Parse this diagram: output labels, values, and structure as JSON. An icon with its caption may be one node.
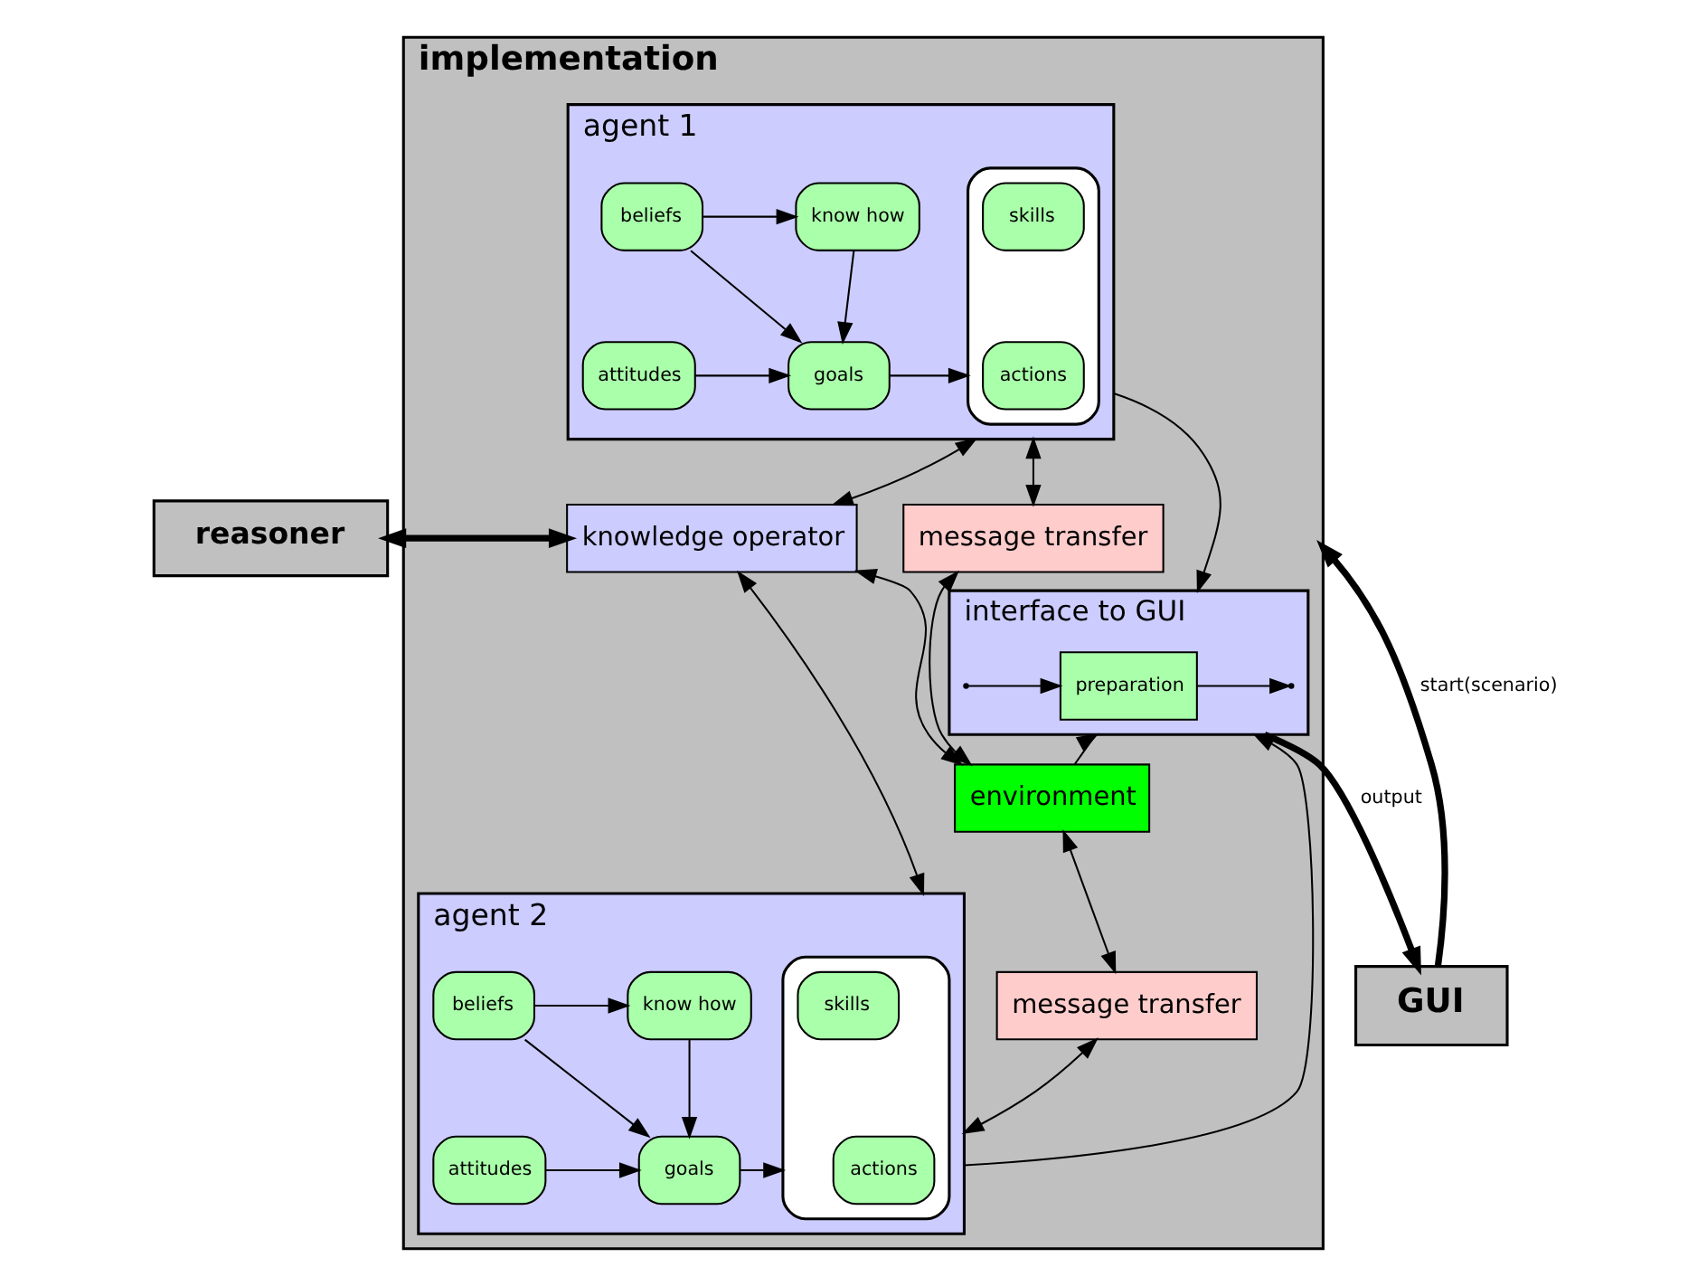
{
  "diagram": {
    "nodes": [
      {
        "text": [
          "implementation"
        ]
      },
      {
        "text": [
          "agent 1"
        ],
        "in": 0
      },
      {
        "text": [],
        "shape": "box",
        "in": 1
      },
      {
        "text": [
          "skills"
        ],
        "in": 2
      },
      {
        "text": [
          "actions"
        ],
        "in": 2
      },
      {
        "text": [
          "know how"
        ],
        "in": 1
      },
      {
        "text": [
          "beliefs"
        ],
        "in": 1
      },
      {
        "text": [
          "goals"
        ],
        "in": 1
      },
      {
        "text": [
          "attitudes"
        ],
        "in": 1
      },
      {
        "text": [
          "knowledge operator"
        ],
        "in": 0
      },
      {
        "text": [
          "message transfer"
        ],
        "in": 0
      },
      {
        "text": [
          "interface to GUI"
        ],
        "in": 0
      },
      {
        "text": [
          "preparation"
        ],
        "in": 11
      },
      {
        "text": [
          "environment"
        ],
        "in": 0
      },
      {
        "text": [
          "message transfer"
        ],
        "in": 0
      },
      {
        "text": [
          "agent 2"
        ],
        "in": 0
      },
      {
        "text": [],
        "shape": "box",
        "in": 15
      },
      {
        "text": [
          "skills"
        ],
        "in": 16
      },
      {
        "text": [
          "actions"
        ],
        "in": 16
      },
      {
        "text": [
          "know how"
        ],
        "in": 15
      },
      {
        "text": [
          "beliefs"
        ],
        "in": 15
      },
      {
        "text": [
          "goals"
        ],
        "in": 15
      },
      {
        "text": [
          "attitudes"
        ],
        "in": 15
      },
      {
        "text": [
          "reasoner"
        ]
      },
      {
        "text": [
          "GUI"
        ]
      }
    ],
    "edges": [
      {
        "from": 6,
        "to": 5,
        "arrow": "to"
      },
      {
        "from": 5,
        "to": 7,
        "arrow": "to"
      },
      {
        "from": 6,
        "to": 7,
        "arrow": "to"
      },
      {
        "from": 8,
        "to": 7,
        "arrow": "to"
      },
      {
        "from": 7,
        "to": 2,
        "arrow": "to"
      },
      {
        "from": 20,
        "to": 19,
        "arrow": "to"
      },
      {
        "from": 19,
        "to": 21,
        "arrow": "to"
      },
      {
        "from": 20,
        "to": 21,
        "arrow": "to"
      },
      {
        "from": 22,
        "to": 21,
        "arrow": "to"
      },
      {
        "from": 21,
        "to": 16,
        "arrow": "to"
      },
      {
        "from": 9,
        "to": 1,
        "arrow": "both"
      },
      {
        "from": 23,
        "to": 9,
        "arrow": "both",
        "style": "thick"
      },
      {
        "from": 1,
        "to": 11,
        "arrow": "to"
      },
      {
        "from": 1,
        "to": 10,
        "arrow": "both"
      },
      {
        "from": 10,
        "to": 13,
        "arrow": "both"
      },
      {
        "from": 13,
        "to": 9,
        "arrow": "both"
      },
      {
        "from": 13,
        "to": 11,
        "arrow": "to"
      },
      {
        "from": 13,
        "to": 14,
        "arrow": "both"
      },
      {
        "from": 14,
        "to": 15,
        "arrow": "both"
      },
      {
        "from": 15,
        "to": 11,
        "arrow": "to"
      },
      {
        "from": 12,
        "to": null,
        "arrow": "to"
      },
      {
        "from": null,
        "to": 12,
        "arrow": "to"
      },
      {
        "from": 11,
        "to": 24,
        "arrow": "to",
        "label": "output",
        "style": "thick"
      },
      {
        "from": 24,
        "to": 0,
        "arrow": "to",
        "label": "start(scenario)",
        "style": "thick"
      },
      {
        "from": 9,
        "to": 15,
        "arrow": "both"
      }
    ]
  }
}
